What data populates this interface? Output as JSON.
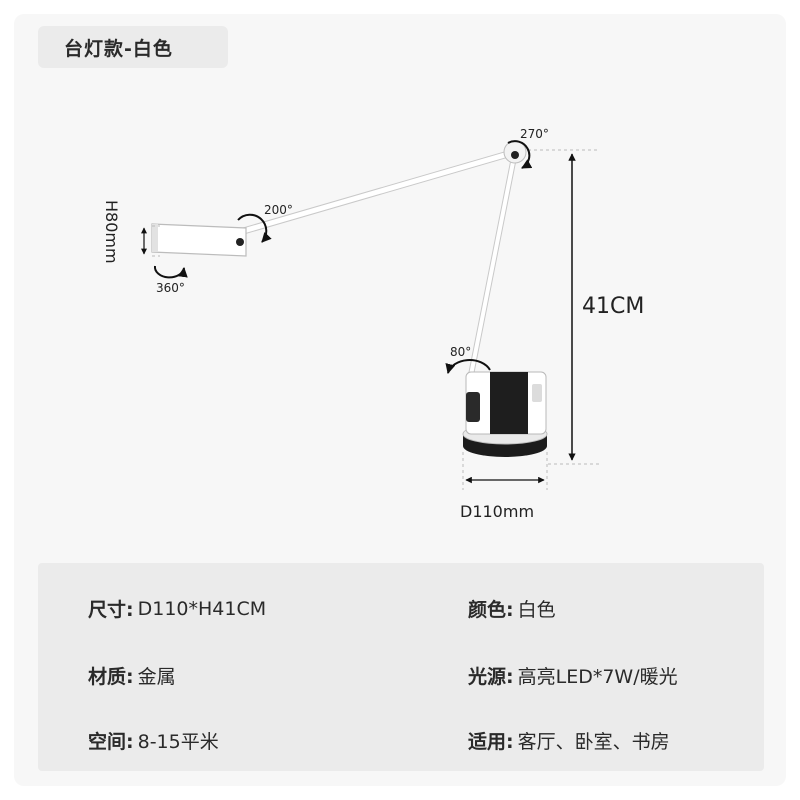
{
  "title": "台灯款-白色",
  "diagram": {
    "height_label": "41CM",
    "base_width_label": "D110mm",
    "head_height_label": "H80mm",
    "angles": {
      "joint_top": "270°",
      "head_joint": "200°",
      "head_swivel": "360°",
      "base_joint": "80°"
    }
  },
  "specs": [
    {
      "key": "尺寸:",
      "value": "D110*H41CM"
    },
    {
      "key": "颜色:",
      "value": "白色"
    },
    {
      "key": "材质:",
      "value": "金属"
    },
    {
      "key": "光源:",
      "value": "高亮LED*7W/暖光"
    },
    {
      "key": "空间:",
      "value": "8-15平米"
    },
    {
      "key": "适用:",
      "value": "客厅、卧室、书房"
    }
  ],
  "colors": {
    "lamp_body": "#ffffff",
    "base_dark": "#1c1c1c",
    "spec_panel": "#ebebeb"
  }
}
